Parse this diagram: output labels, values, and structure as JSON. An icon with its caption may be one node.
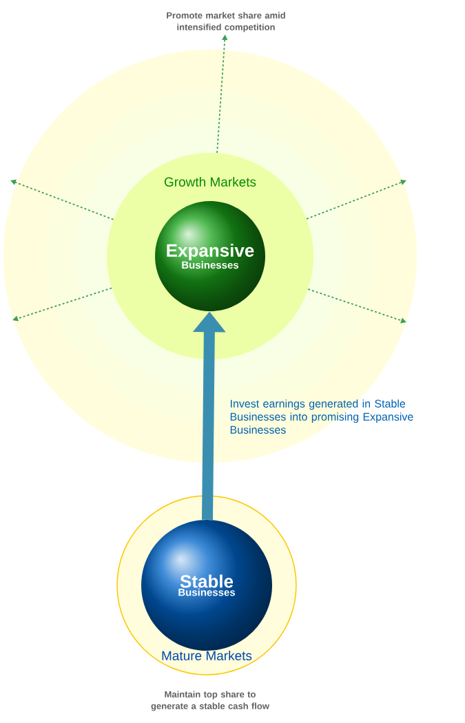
{
  "diagram": {
    "nodes": [
      {
        "text": [
          "Growth Markets"
        ]
      },
      {
        "text": [
          "Expansive",
          "Businesses"
        ],
        "in": 0
      },
      {
        "text": [
          "Mature Markets"
        ]
      },
      {
        "text": [
          "Stable",
          "Businesses"
        ],
        "in": 2
      },
      {
        "text": [
          "Promote market share amid intensified competition"
        ]
      }
    ],
    "edges": [
      {
        "from": 3,
        "to": 1,
        "arrow": "to",
        "style": "thick",
        "color": "#3a8fb0",
        "label": "Invest earnings generated in Stable Businesses into promising Expansive Businesses"
      },
      {
        "from": 0,
        "to": null,
        "arrow": "to",
        "style": "dashed"
      },
      {
        "from": 0,
        "to": 4,
        "arrow": "to",
        "style": "dashed"
      },
      {
        "from": 0,
        "to": null,
        "arrow": "to",
        "style": "dashed"
      },
      {
        "from": 0,
        "to": null,
        "arrow": "to",
        "style": "dashed"
      },
      {
        "from": 0,
        "to": null,
        "arrow": "to",
        "style": "dashed"
      }
    ],
    "labels": [
      "Maintain top share to generate a stable cash flow"
    ]
  }
}
